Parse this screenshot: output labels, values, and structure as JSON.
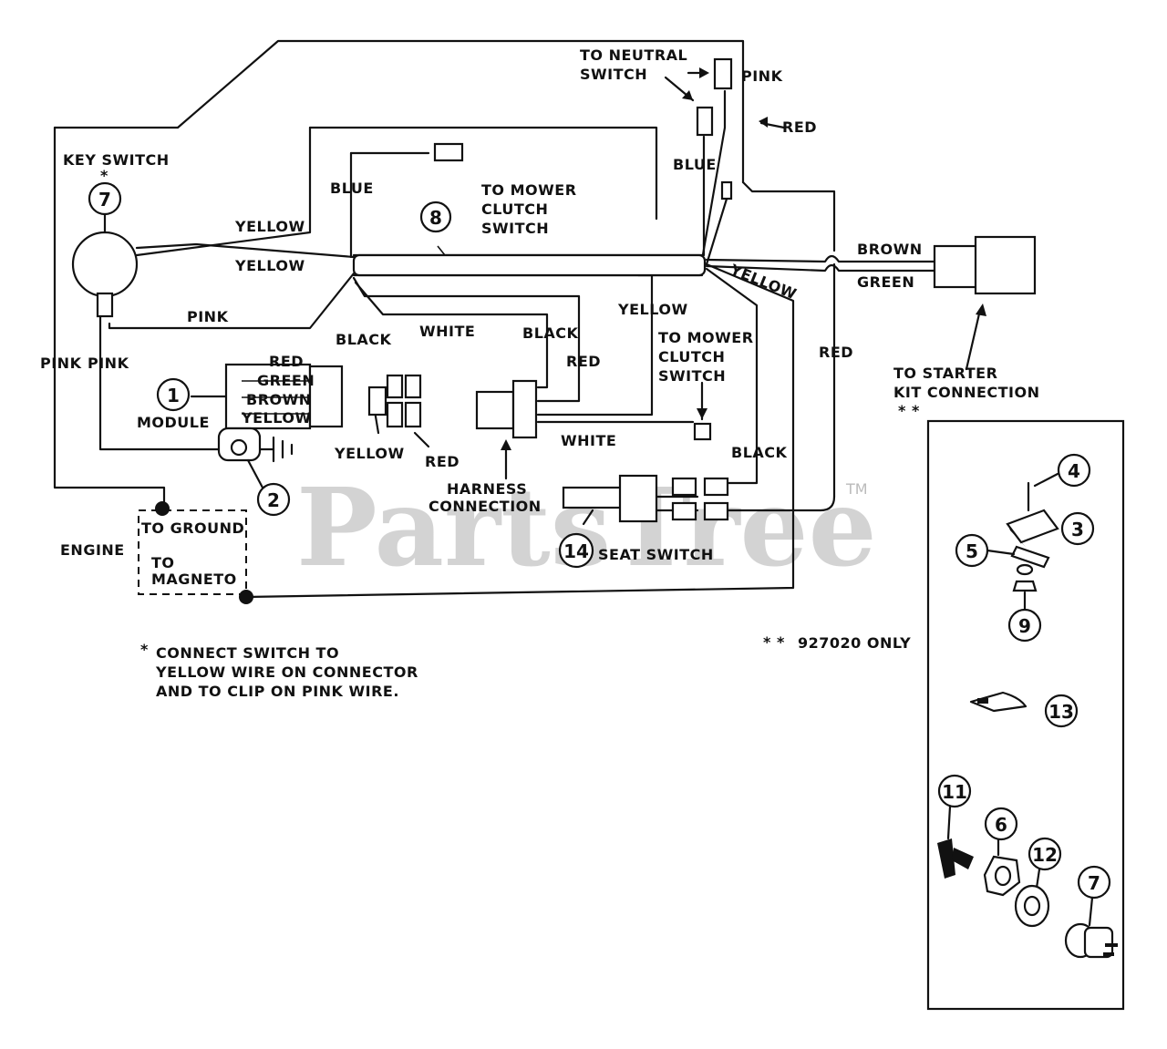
{
  "watermark": "PartsTree",
  "trademark": "TM",
  "labels": {
    "to_neutral_switch_1": "TO NEUTRAL",
    "to_neutral_switch_2": "SWITCH",
    "pink_top": "PINK",
    "red_top": "RED",
    "blue_right": "BLUE",
    "key_switch": "KEY SWITCH",
    "key_switch_star": "*",
    "blue_left": "BLUE",
    "to_mower_clutch_top_1": "TO MOWER",
    "to_mower_clutch_top_2": "CLUTCH",
    "to_mower_clutch_top_3": "SWITCH",
    "yellow_1": "YELLOW",
    "yellow_2": "YELLOW",
    "brown": "BROWN",
    "green": "GREEN",
    "yellow_diag": "YELLOW",
    "pink_mid": "PINK",
    "yellow_mid": "YELLOW",
    "red_right": "RED",
    "black_conn": "BLACK",
    "white_conn": "WHITE",
    "black_harness": "BLACK",
    "red_harness": "RED",
    "to_mower_clutch_mid_1": "TO MOWER",
    "to_mower_clutch_mid_2": "CLUTCH",
    "to_mower_clutch_mid_3": "SWITCH",
    "to_starter_1": "TO STARTER",
    "to_starter_2": "KIT CONNECTION",
    "to_starter_stars": "* *",
    "pink_left_1": "PINK",
    "pink_left_2": "PINK",
    "module_red": "RED",
    "module_green": "GREEN",
    "module_brown": "BROWN",
    "module_yellow": "YELLOW",
    "module": "MODULE",
    "yellow_conn": "YELLOW",
    "red_conn": "RED",
    "white_harness": "WHITE",
    "black_seat": "BLACK",
    "harness_connection_1": "HARNESS",
    "harness_connection_2": "CONNECTION",
    "seat_switch": "SEAT SWITCH",
    "to_ground": "TO GROUND",
    "engine": "ENGINE",
    "to_magneto_1": "TO",
    "to_magneto_2": "MAGNETO",
    "only_927020": "927020 ONLY",
    "only_stars": "* *",
    "note_star": "*",
    "note_1": "CONNECT SWITCH TO",
    "note_2": "YELLOW WIRE ON CONNECTOR",
    "note_3": "AND TO CLIP ON PINK WIRE."
  },
  "callouts": {
    "key_switch": "7",
    "harness": "8",
    "module": "1",
    "ground": "2",
    "seat_switch": "14",
    "part_4": "4",
    "part_3": "3",
    "part_5": "5",
    "part_9": "9",
    "part_13": "13",
    "part_11": "11",
    "part_6": "6",
    "part_12": "12",
    "part_7": "7"
  }
}
